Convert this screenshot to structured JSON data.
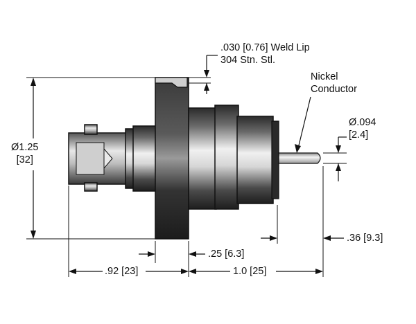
{
  "labels": {
    "weld_lip_line1": ".030 [0.76] Weld Lip",
    "weld_lip_line2": "304 Stn. Stl.",
    "conductor_line1": "Nickel",
    "conductor_line2": "Conductor",
    "pin_dia_line1": "Ø.094",
    "pin_dia_line2": "[2.4]",
    "flange_dia_line1": "Ø1.25",
    "flange_dia_line2": "[32]",
    "body_len": ".25 [6.3]",
    "pin_len": ".36 [9.3]",
    "rear_len": ".92 [23]",
    "front_len": "1.0 [25]"
  },
  "colors": {
    "line": "#111111",
    "steel_dark": "#2a2a2a",
    "steel_light": "#f2f2f2",
    "pin": "#c8c8c8"
  }
}
